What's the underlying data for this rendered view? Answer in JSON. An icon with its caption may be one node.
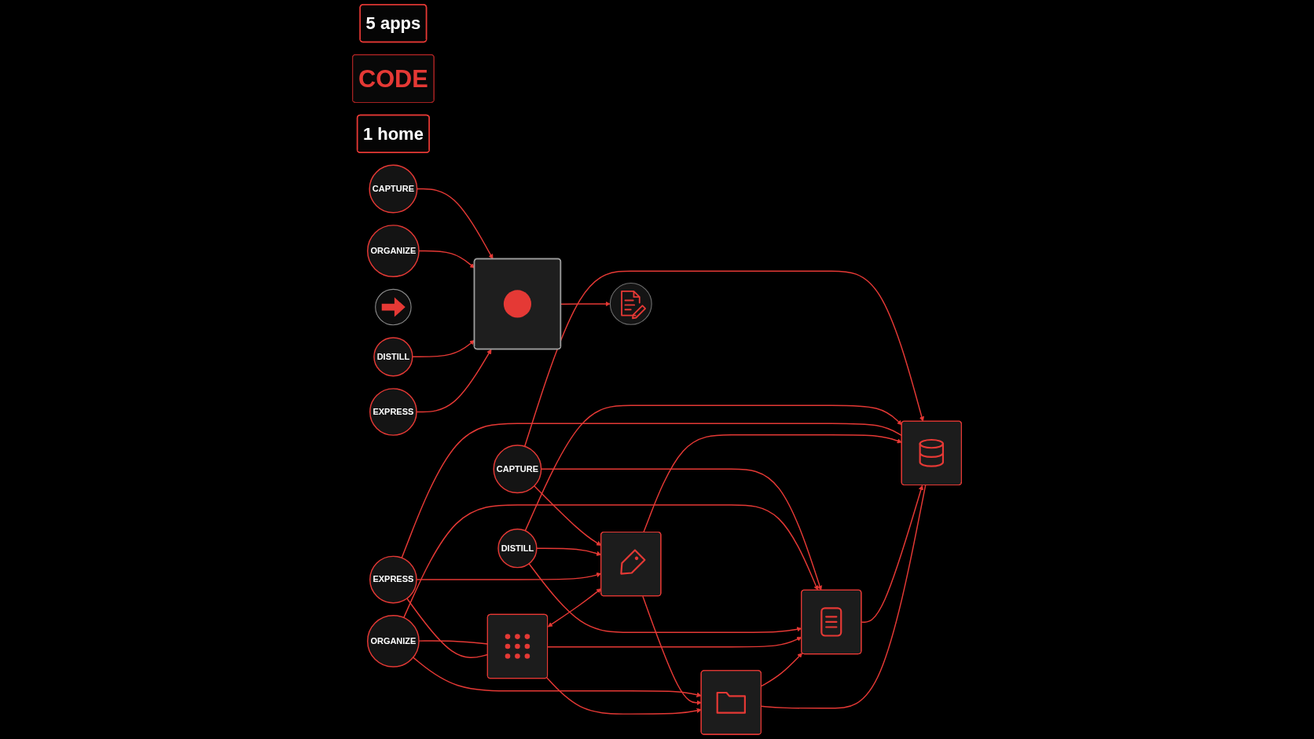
{
  "diagram": {
    "nodes": [
      {
        "text": [
          "5 apps"
        ]
      },
      {
        "text": [
          "CODE"
        ]
      },
      {
        "text": [
          "1 home"
        ]
      },
      {
        "text": [
          "CAPTURE"
        ]
      },
      {
        "text": [
          "ORGANIZE"
        ]
      },
      {
        "text": [
          "DISTILL"
        ]
      },
      {
        "text": [
          "EXPRESS"
        ]
      },
      {
        "text": [],
        "shape": "box"
      },
      {
        "text": [],
        "shape": "box"
      },
      {
        "text": [],
        "shape": "box"
      },
      {
        "text": [],
        "shape": "box"
      },
      {
        "text": [],
        "shape": "box"
      },
      {
        "text": [],
        "shape": "circle"
      },
      {
        "text": [
          "CAPTURE"
        ]
      },
      {
        "text": [
          "ORGANIZE"
        ]
      },
      {
        "text": [
          "DISTILL"
        ]
      },
      {
        "text": [
          "EXPRESS"
        ]
      },
      {
        "text": [],
        "shape": "box"
      },
      {
        "text": [],
        "shape": "circle"
      }
    ],
    "edges": [
      {
        "from": 3,
        "to": 9,
        "arrow": "to"
      },
      {
        "from": 3,
        "to": 8,
        "arrow": "to"
      },
      {
        "from": 3,
        "to": 11,
        "arrow": "to"
      },
      {
        "from": 4,
        "to": 7,
        "arrow": "none"
      },
      {
        "from": 4,
        "to": 8,
        "arrow": "to"
      },
      {
        "from": 4,
        "to": 10,
        "arrow": "to"
      },
      {
        "from": 5,
        "to": 9,
        "arrow": "to"
      },
      {
        "from": 5,
        "to": 11,
        "arrow": "to"
      },
      {
        "from": 5,
        "to": 8,
        "arrow": "to"
      },
      {
        "from": 6,
        "to": 9,
        "arrow": "to"
      },
      {
        "from": 6,
        "to": 11,
        "arrow": "none"
      },
      {
        "from": 6,
        "to": 7,
        "arrow": "none"
      },
      {
        "from": 7,
        "to": 8,
        "arrow": "to"
      },
      {
        "from": 7,
        "to": 9,
        "arrow": "both"
      },
      {
        "from": 9,
        "to": 10,
        "arrow": "to"
      },
      {
        "from": 9,
        "to": 11,
        "arrow": "to"
      },
      {
        "from": 8,
        "to": 11,
        "arrow": "to"
      },
      {
        "from": 10,
        "to": 8,
        "arrow": "to"
      },
      {
        "from": 11,
        "to": 10,
        "arrow": "none"
      },
      {
        "from": 7,
        "to": 10,
        "arrow": "to"
      },
      {
        "from": 13,
        "to": 17,
        "arrow": "to"
      },
      {
        "from": 14,
        "to": 17,
        "arrow": "to"
      },
      {
        "from": 15,
        "to": 17,
        "arrow": "to"
      },
      {
        "from": 16,
        "to": 17,
        "arrow": "to"
      },
      {
        "from": 17,
        "to": 18,
        "arrow": "to"
      }
    ]
  }
}
